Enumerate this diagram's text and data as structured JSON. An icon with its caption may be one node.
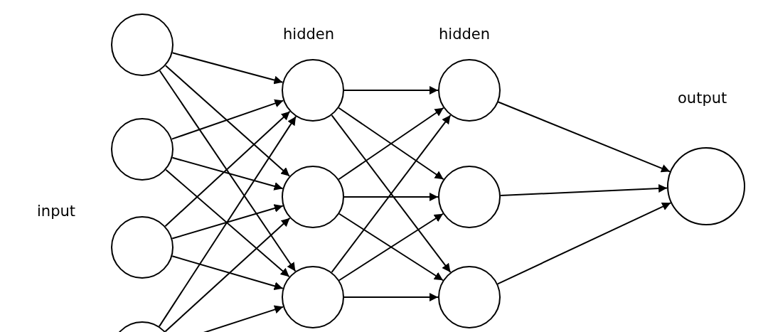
{
  "diagram": {
    "nodes": [
      {
        "text": [],
        "shape": "circle"
      },
      {
        "text": [],
        "shape": "circle"
      },
      {
        "text": [],
        "shape": "circle"
      },
      {
        "text": [],
        "shape": "circle"
      },
      {
        "text": [],
        "shape": "circle"
      },
      {
        "text": [],
        "shape": "circle"
      },
      {
        "text": [],
        "shape": "circle"
      },
      {
        "text": [],
        "shape": "circle"
      },
      {
        "text": [],
        "shape": "circle"
      },
      {
        "text": [],
        "shape": "circle"
      },
      {
        "text": [],
        "shape": "circle"
      }
    ],
    "edges": [
      {
        "from": 0,
        "to": 4,
        "arrow": "to"
      },
      {
        "from": 0,
        "to": 5,
        "arrow": "to"
      },
      {
        "from": 0,
        "to": 6,
        "arrow": "to"
      },
      {
        "from": 1,
        "to": 4,
        "arrow": "to"
      },
      {
        "from": 1,
        "to": 5,
        "arrow": "to"
      },
      {
        "from": 1,
        "to": 6,
        "arrow": "to"
      },
      {
        "from": 2,
        "to": 4,
        "arrow": "to"
      },
      {
        "from": 2,
        "to": 5,
        "arrow": "to"
      },
      {
        "from": 2,
        "to": 6,
        "arrow": "to"
      },
      {
        "from": 3,
        "to": 4,
        "arrow": "to"
      },
      {
        "from": 3,
        "to": 5,
        "arrow": "to"
      },
      {
        "from": 3,
        "to": 6,
        "arrow": "to"
      },
      {
        "from": 4,
        "to": 7,
        "arrow": "to"
      },
      {
        "from": 4,
        "to": 8,
        "arrow": "to"
      },
      {
        "from": 4,
        "to": 9,
        "arrow": "to"
      },
      {
        "from": 5,
        "to": 7,
        "arrow": "to"
      },
      {
        "from": 5,
        "to": 8,
        "arrow": "to"
      },
      {
        "from": 5,
        "to": 9,
        "arrow": "to"
      },
      {
        "from": 6,
        "to": 7,
        "arrow": "to"
      },
      {
        "from": 6,
        "to": 8,
        "arrow": "to"
      },
      {
        "from": 6,
        "to": 9,
        "arrow": "to"
      },
      {
        "from": 7,
        "to": 10,
        "arrow": "to"
      },
      {
        "from": 8,
        "to": 10,
        "arrow": "to"
      },
      {
        "from": 9,
        "to": 10,
        "arrow": "to"
      }
    ],
    "labels": [
      "hidden",
      "hidden",
      "output",
      "input"
    ]
  }
}
